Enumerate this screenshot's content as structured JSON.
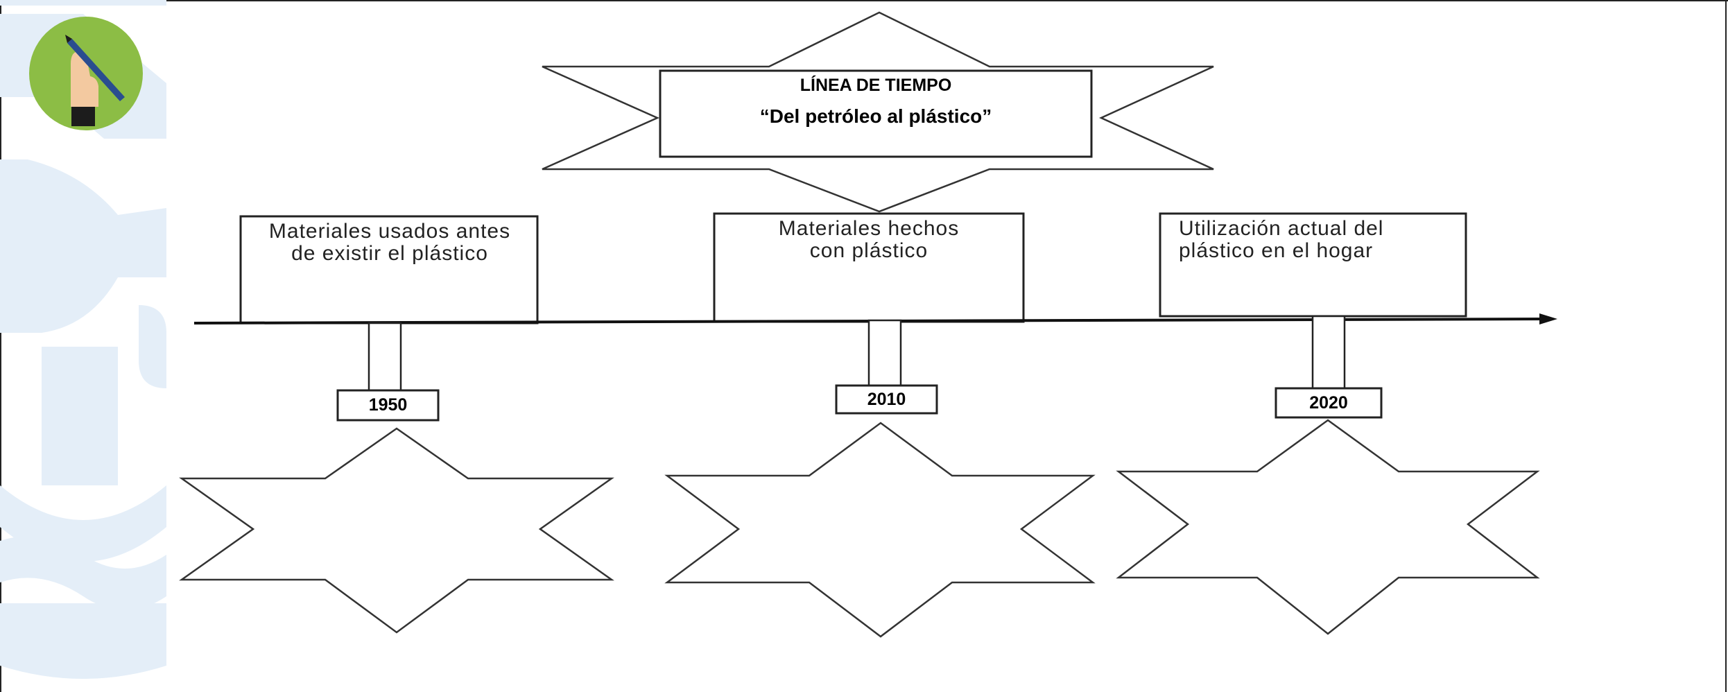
{
  "title": {
    "main": "LÍNEA DE TIEMPO",
    "subtitle": "“Del petróleo al plástico”"
  },
  "boxes": [
    {
      "text": "Materiales usados antes de existir el plástico"
    },
    {
      "text": "Materiales hechos con plástico"
    },
    {
      "text": "Utilización actual del plástico en el hogar"
    }
  ],
  "years": [
    "1950",
    "2010",
    "2020"
  ],
  "icons": {
    "badge": "hand-with-pencil-icon",
    "watermark": "gear-logo-watermark"
  },
  "colors": {
    "badge_green": "#8cbd45",
    "watermark_blue": "#e4eef8",
    "line": "#222222"
  }
}
